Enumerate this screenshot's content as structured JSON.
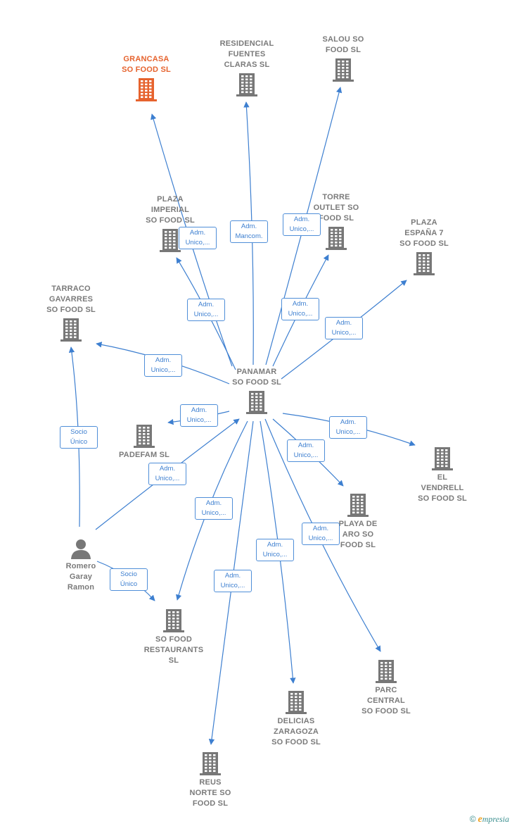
{
  "nodes": [
    {
      "id": "panamar",
      "type": "company",
      "label": "PANAMAR\nSO FOOD SL"
    },
    {
      "id": "grancasa",
      "type": "company",
      "highlight": true,
      "label": "GRANCASA\nSO FOOD SL"
    },
    {
      "id": "residencial",
      "type": "company",
      "label": "RESIDENCIAL\nFUENTES\nCLARAS SL"
    },
    {
      "id": "salou",
      "type": "company",
      "label": "SALOU SO\nFOOD SL"
    },
    {
      "id": "plaza_imperial",
      "type": "company",
      "label": "PLAZA\nIMPERIAL\nSO FOOD SL"
    },
    {
      "id": "torre_outlet",
      "type": "company",
      "label": "TORRE\nOUTLET SO\nFOOD SL"
    },
    {
      "id": "plaza_espana",
      "type": "company",
      "label": "PLAZA\nESPAÑA 7\nSO FOOD SL"
    },
    {
      "id": "tarraco",
      "type": "company",
      "label": "TARRACO\nGAVARRES\nSO FOOD SL"
    },
    {
      "id": "padefam",
      "type": "company",
      "label": "PADEFAM SL"
    },
    {
      "id": "el_vendrell",
      "type": "company",
      "label": "EL\nVENDRELL\nSO FOOD SL"
    },
    {
      "id": "playa_aro",
      "type": "company",
      "label": "PLAYA DE\nARO SO\nFOOD SL"
    },
    {
      "id": "romero",
      "type": "person",
      "label": "Romero\nGaray\nRamon"
    },
    {
      "id": "restaurants",
      "type": "company",
      "label": "SO FOOD\nRESTAURANTS\nSL"
    },
    {
      "id": "parc_central",
      "type": "company",
      "label": "PARC\nCENTRAL\nSO FOOD SL"
    },
    {
      "id": "delicias",
      "type": "company",
      "label": "DELICIAS\nZARAGOZA\nSO FOOD SL"
    },
    {
      "id": "reus",
      "type": "company",
      "label": "REUS\nNORTE SO\nFOOD SL"
    }
  ],
  "edges": [
    {
      "from": "panamar",
      "to": "grancasa",
      "label": [
        "Adm.",
        "Unico,..."
      ]
    },
    {
      "from": "panamar",
      "to": "residencial",
      "label": [
        "Adm.",
        "Mancom."
      ]
    },
    {
      "from": "panamar",
      "to": "salou",
      "label": [
        "Adm.",
        "Unico,..."
      ]
    },
    {
      "from": "panamar",
      "to": "plaza_imperial",
      "label": [
        "Adm.",
        "Unico,..."
      ]
    },
    {
      "from": "panamar",
      "to": "torre_outlet",
      "label": [
        "Adm.",
        "Unico,..."
      ]
    },
    {
      "from": "panamar",
      "to": "plaza_espana",
      "label": [
        "Adm.",
        "Unico,..."
      ]
    },
    {
      "from": "panamar",
      "to": "tarraco",
      "label": [
        "Adm.",
        "Unico,..."
      ]
    },
    {
      "from": "panamar",
      "to": "padefam",
      "label": [
        "Adm.",
        "Unico,..."
      ]
    },
    {
      "from": "panamar",
      "to": "el_vendrell",
      "label": [
        "Adm.",
        "Unico,..."
      ]
    },
    {
      "from": "panamar",
      "to": "playa_aro",
      "label": [
        "Adm.",
        "Unico,..."
      ]
    },
    {
      "from": "romero",
      "to": "panamar",
      "label": [
        "Adm.",
        "Unico,..."
      ]
    },
    {
      "from": "romero",
      "to": "tarraco",
      "label": [
        "Socio",
        "Único"
      ]
    },
    {
      "from": "romero",
      "to": "restaurants",
      "label": [
        "Socio",
        "Único"
      ]
    },
    {
      "from": "panamar",
      "to": "restaurants",
      "label": [
        "Adm.",
        "Unico,..."
      ]
    },
    {
      "from": "panamar",
      "to": "reus",
      "label": [
        "Adm.",
        "Unico,..."
      ]
    },
    {
      "from": "panamar",
      "to": "delicias",
      "label": [
        "Adm.",
        "Unico,..."
      ]
    },
    {
      "from": "panamar",
      "to": "parc_central",
      "label": [
        "Adm.",
        "Unico,..."
      ]
    }
  ],
  "footer": {
    "copyright": "©",
    "brand_initial": "e",
    "brand_rest": "mpresia"
  },
  "colors": {
    "edge": "#3d7fd0",
    "icon": "#777777",
    "highlight": "#e6632e"
  }
}
